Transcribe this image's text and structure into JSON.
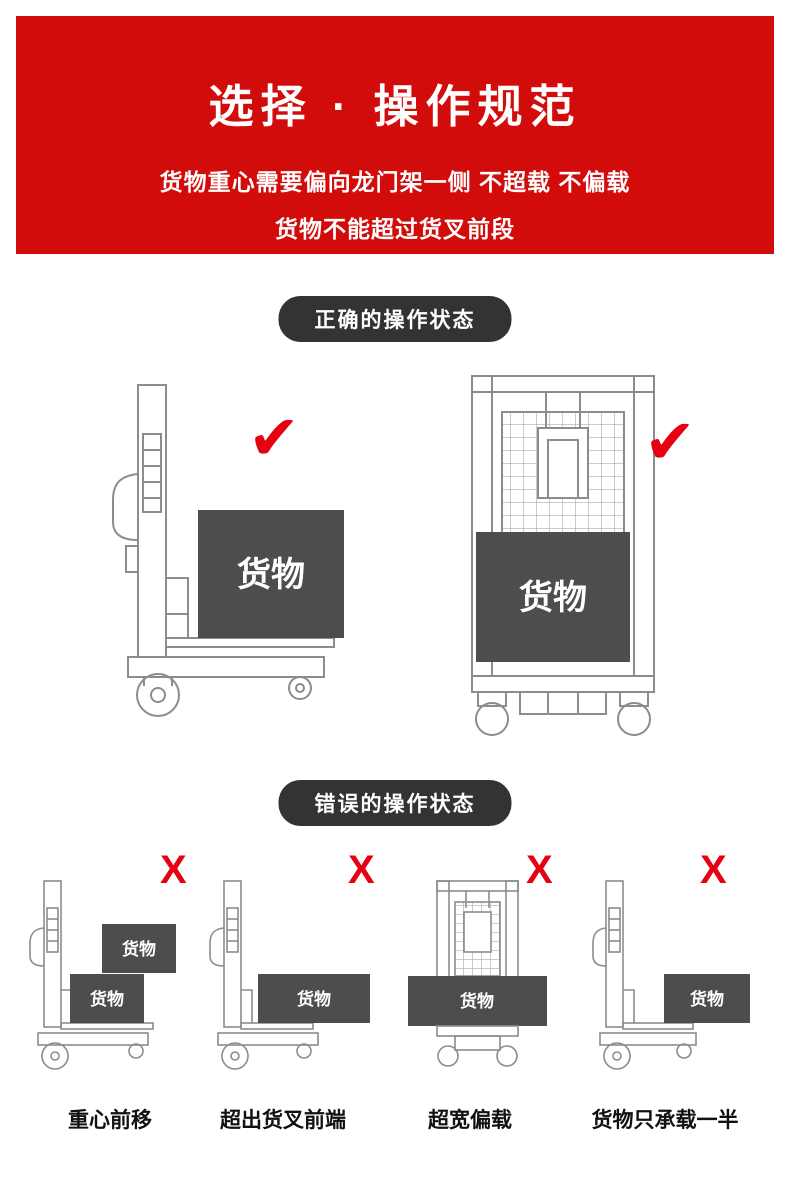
{
  "banner": {
    "title": "选择 · 操作规范",
    "line1": "货物重心需要偏向龙门架一侧 不超载 不偏载",
    "line2": "货物不能超过货叉前段"
  },
  "sections": {
    "correct": {
      "badge": "正确的操作状态"
    },
    "wrong": {
      "badge": "错误的操作状态"
    }
  },
  "labels": {
    "cargo": "货物"
  },
  "icons": {
    "check": "✔",
    "cross": "X"
  },
  "wrong_items": [
    {
      "caption": "重心前移"
    },
    {
      "caption": "超出货叉前端"
    },
    {
      "caption": "超宽偏载"
    },
    {
      "caption": "货物只承载一半"
    }
  ],
  "colors": {
    "banner_red": "#d20b0b",
    "mark_red": "#e60012",
    "badge_dark": "#333333",
    "cargo_gray": "#4d4d4d",
    "line_gray": "#8c8c8c"
  }
}
